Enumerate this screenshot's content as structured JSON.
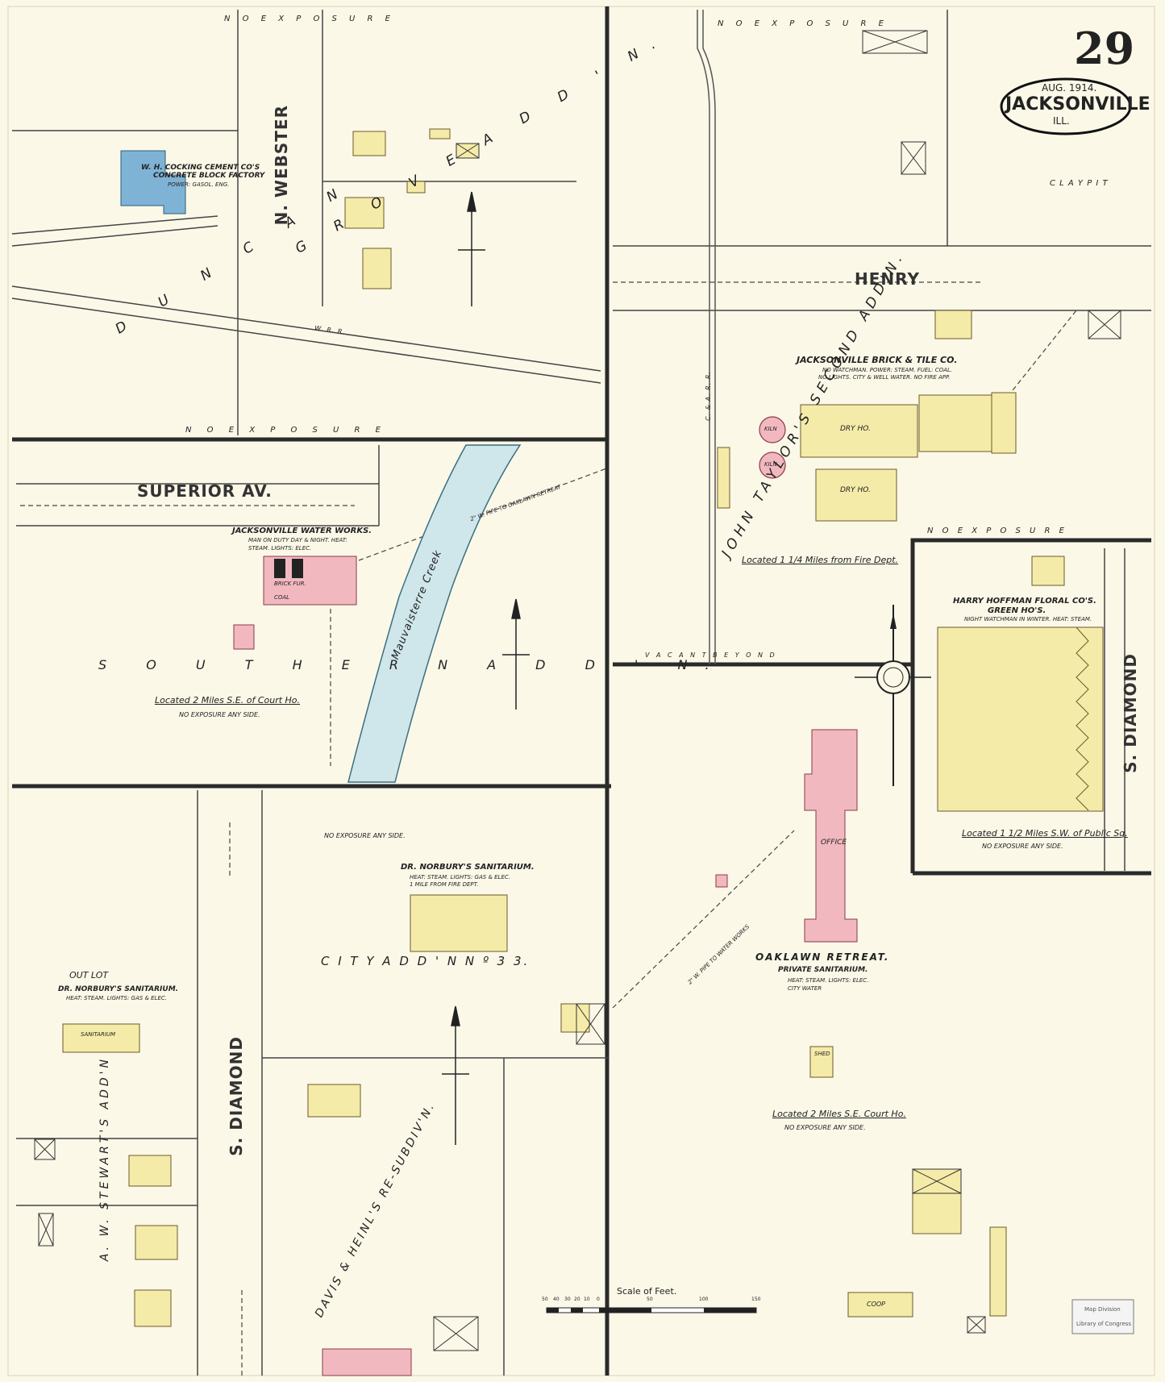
{
  "sheet": {
    "number": "29",
    "date": "AUG. 1914.",
    "city": "JACKSONVILLE",
    "state": "ILL.",
    "stamp_line1": "Map Division",
    "stamp_line2": "Library of Congress"
  },
  "streets": {
    "superior": "SUPERIOR AV.",
    "henry": "HENRY",
    "n_webster": "N. WEBSTER",
    "s_diamond_left": "S. DIAMOND",
    "s_diamond_right": "S. DIAMOND"
  },
  "additions": {
    "duncan": "D U N C A N",
    "grove": "G R O V E   A D D ' N.",
    "southern": "S O U T H E R N   A D D ' N.",
    "john_taylors": "JOHN TAYLOR'S SECOND ADD'N.",
    "city_add": "C I T Y   A D D ' N   N º   3 3.",
    "davis_heinl": "DAVIS & HEINL'S RE-SUBDIV'N.",
    "stewart": "A. W. STEWART'S ADD'N"
  },
  "labels": {
    "no_exposure_top_left": "N O   E X P O S U R E",
    "no_exposure_mid_left": "N O   E X P O S U R E",
    "no_exposure_top_right": "N O   E X P O S U R E",
    "no_exposure_brick": "N O   E X P O S U R E",
    "vacant_beyond": "V A C A N T   B E Y O N D",
    "clay_pit": "C L A Y   P I T",
    "creek": "Mauvaisterre Creek",
    "cement_co": "W. H. COCKING CEMENT CO'S",
    "cement_co2": "CONCRETE BLOCK FACTORY",
    "cement_note": "POWER: GASOL. ENG.",
    "water_works": "JACKSONVILLE WATER WORKS.",
    "water_works_note1": "MAN ON DUTY DAY & NIGHT. HEAT:",
    "water_works_note2": "STEAM. LIGHTS: ELEC.",
    "water_works_loc": "Located 2 Miles S.E. of Court Ho.",
    "water_works_exp": "NO EXPOSURE ANY SIDE.",
    "brick_tile": "JACKSONVILLE BRICK & TILE CO.",
    "brick_tile_note1": "NO WATCHMAN. POWER: STEAM. FUEL: COAL.",
    "brick_tile_note2": "NO LIGHTS. CITY & WELL WATER. NO FIRE APP.",
    "brick_loc": "Located 1 1/4 Miles from Fire Dept.",
    "dry_ho_1": "DRY HO.",
    "dry_ho_2": "DRY HO.",
    "kiln_1": "KILN",
    "kiln_2": "KILN",
    "hoffman": "HARRY HOFFMAN FLORAL CO'S.",
    "hoffman2": "GREEN HO'S.",
    "hoffman_note": "NIGHT WATCHMAN IN WINTER. HEAT: STEAM.",
    "hoffman_loc": "Located 1 1/2 Miles S.W. of Public Sq.",
    "hoffman_exp": "NO EXPOSURE ANY SIDE.",
    "norbury": "DR. NORBURY'S SANITARIUM.",
    "norbury_note": "HEAT: STEAM. LIGHTS: GAS & ELEC.",
    "norbury_note2": "1 MILE FROM FIRE DEPT.",
    "no_exposure_any_side": "NO EXPOSURE ANY SIDE.",
    "outlot": "OUT LOT",
    "outlot_san": "DR. NORBURY'S SANITARIUM.",
    "outlot_note": "HEAT: STEAM. LIGHTS: GAS & ELEC.",
    "sanitarium": "SANITARIUM",
    "oaklawn": "OAKLAWN RETREAT.",
    "oaklawn2": "PRIVATE SANITARIUM.",
    "oaklawn_note": "HEAT: STEAM. LIGHTS: ELEC.",
    "oaklawn_note2": "CITY WATER",
    "oaklawn_office": "OFFICE",
    "oaklawn_loc": "Located 2 Miles S.E. Court Ho.",
    "oaklawn_exp": "NO EXPOSURE ANY SIDE.",
    "coop": "COOP",
    "shed": "SHED",
    "brick_fur": "BRICK FUR.",
    "coal": "COAL",
    "pipe_to_oaklawn": "2\" W. PIPE TO OAKLAWN RETREAT",
    "pipe_to_water": "2\" W. PIPE TO WATER WORKS",
    "scale": "Scale of Feet.",
    "wr_r": "W. R. R.",
    "c_a_rr": "C. & A. R. R."
  },
  "scale_ticks": [
    "50",
    "40",
    "30",
    "20",
    "10",
    "0",
    "50",
    "100",
    "150"
  ],
  "colors": {
    "paper": "#fbf8e8",
    "frame_dwelling": "#f5eba8",
    "brick": "#f2b8c0",
    "concrete": "#7fb3d5",
    "creek": "#cfe6ea",
    "line": "#2a2a2a"
  }
}
